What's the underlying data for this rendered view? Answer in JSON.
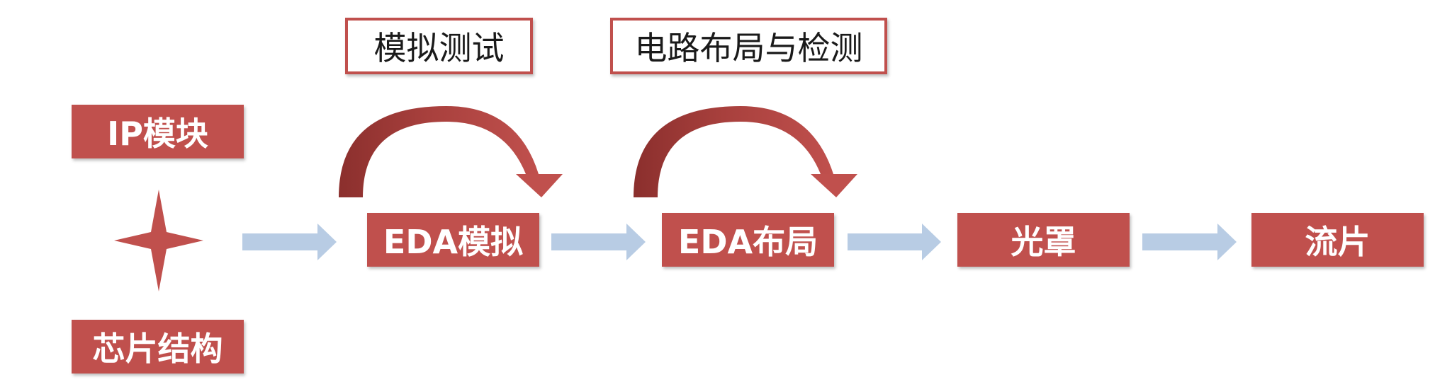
{
  "labels": {
    "simulation_test": "模拟测试",
    "layout_check": "电路布局与检测"
  },
  "inputs": {
    "ip_module": "IP模块",
    "chip_structure": "芯片结构"
  },
  "steps": {
    "eda_sim": "EDA模拟",
    "eda_layout": "EDA布局",
    "photomask": "光罩",
    "tapeout": "流片"
  },
  "colors": {
    "box_fill": "#c0504d",
    "arc_dark": "#8b2f2d",
    "arc_light": "#c0504d",
    "flow_arrow": "#b8cce4",
    "star": "#c0504d"
  }
}
